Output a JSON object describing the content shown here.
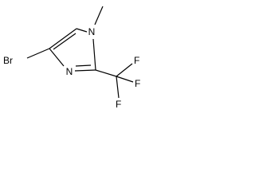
{
  "atoms": {
    "br": "Br",
    "n_methyl": "N",
    "n_ring": "N",
    "f_top": "F",
    "f_right": "F",
    "f_bottom": "F"
  }
}
